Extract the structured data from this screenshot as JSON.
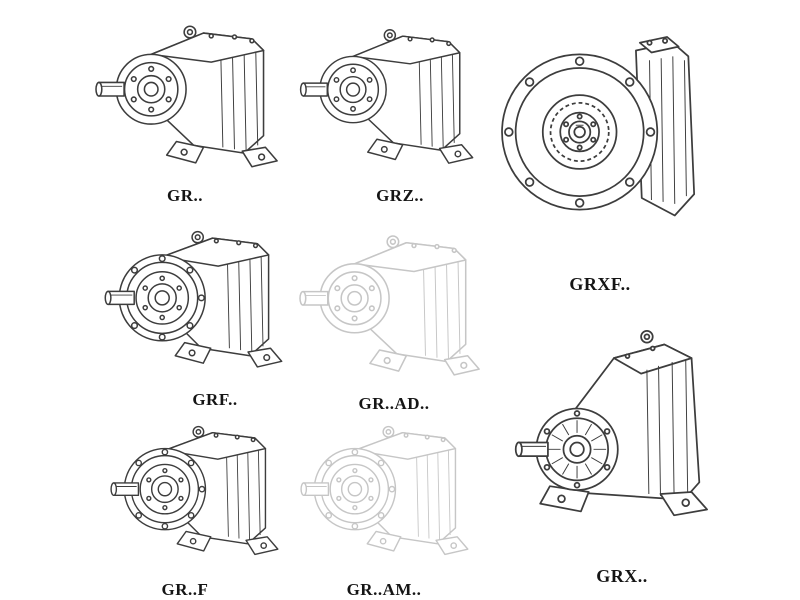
{
  "page": {
    "background": "#ffffff",
    "description": "Catalog sheet of GR series helical gearbox line drawings"
  },
  "colors": {
    "line": "#3d3d3d",
    "ghost_line": "#c6c6c6",
    "label_text": "#151515"
  },
  "items": [
    {
      "id": "gr",
      "label": "GR..",
      "variant": "foot-mounted",
      "ghost": false
    },
    {
      "id": "grz",
      "label": "GRZ..",
      "variant": "foot-mounted",
      "ghost": false
    },
    {
      "id": "grxf",
      "label": "GRXF..",
      "variant": "large-flange",
      "ghost": false
    },
    {
      "id": "grf",
      "label": "GRF..",
      "variant": "flange-foot",
      "ghost": false
    },
    {
      "id": "gr_ad",
      "label": "GR..AD..",
      "variant": "foot-mounted",
      "ghost": true
    },
    {
      "id": "gr_f",
      "label": "GR..F",
      "variant": "flange-foot",
      "ghost": false
    },
    {
      "id": "gr_am",
      "label": "GR..AM..",
      "variant": "flange-foot",
      "ghost": true
    },
    {
      "id": "grx",
      "label": "GRX..",
      "variant": "large-foot-mounted",
      "ghost": false
    }
  ]
}
